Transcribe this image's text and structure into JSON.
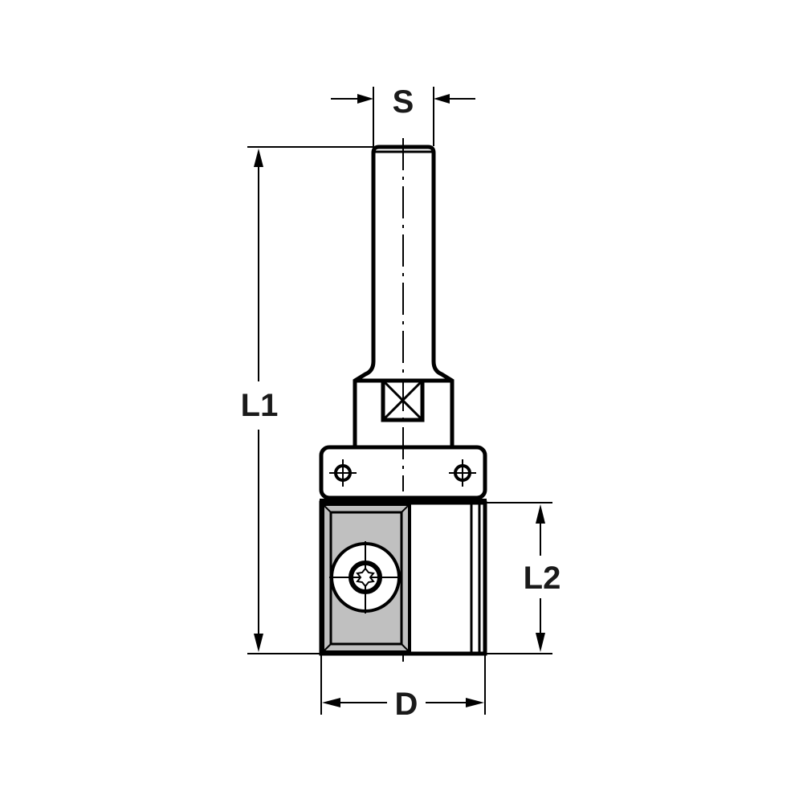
{
  "diagram": {
    "type": "technical-drawing",
    "subject": "router bit with replaceable insert",
    "colors": {
      "line": "#000000",
      "insert_fill": "#c0c0c0",
      "background": "#ffffff"
    },
    "dimensions": {
      "S": {
        "label": "S",
        "meaning": "shank diameter"
      },
      "L1": {
        "label": "L1",
        "meaning": "overall length"
      },
      "L2": {
        "label": "L2",
        "meaning": "cutting length"
      },
      "D": {
        "label": "D",
        "meaning": "cutting diameter"
      }
    },
    "parts": [
      "shank",
      "collar",
      "hex-body",
      "clamp-plate",
      "cutter-body",
      "insert-knife",
      "torx-screw"
    ]
  }
}
